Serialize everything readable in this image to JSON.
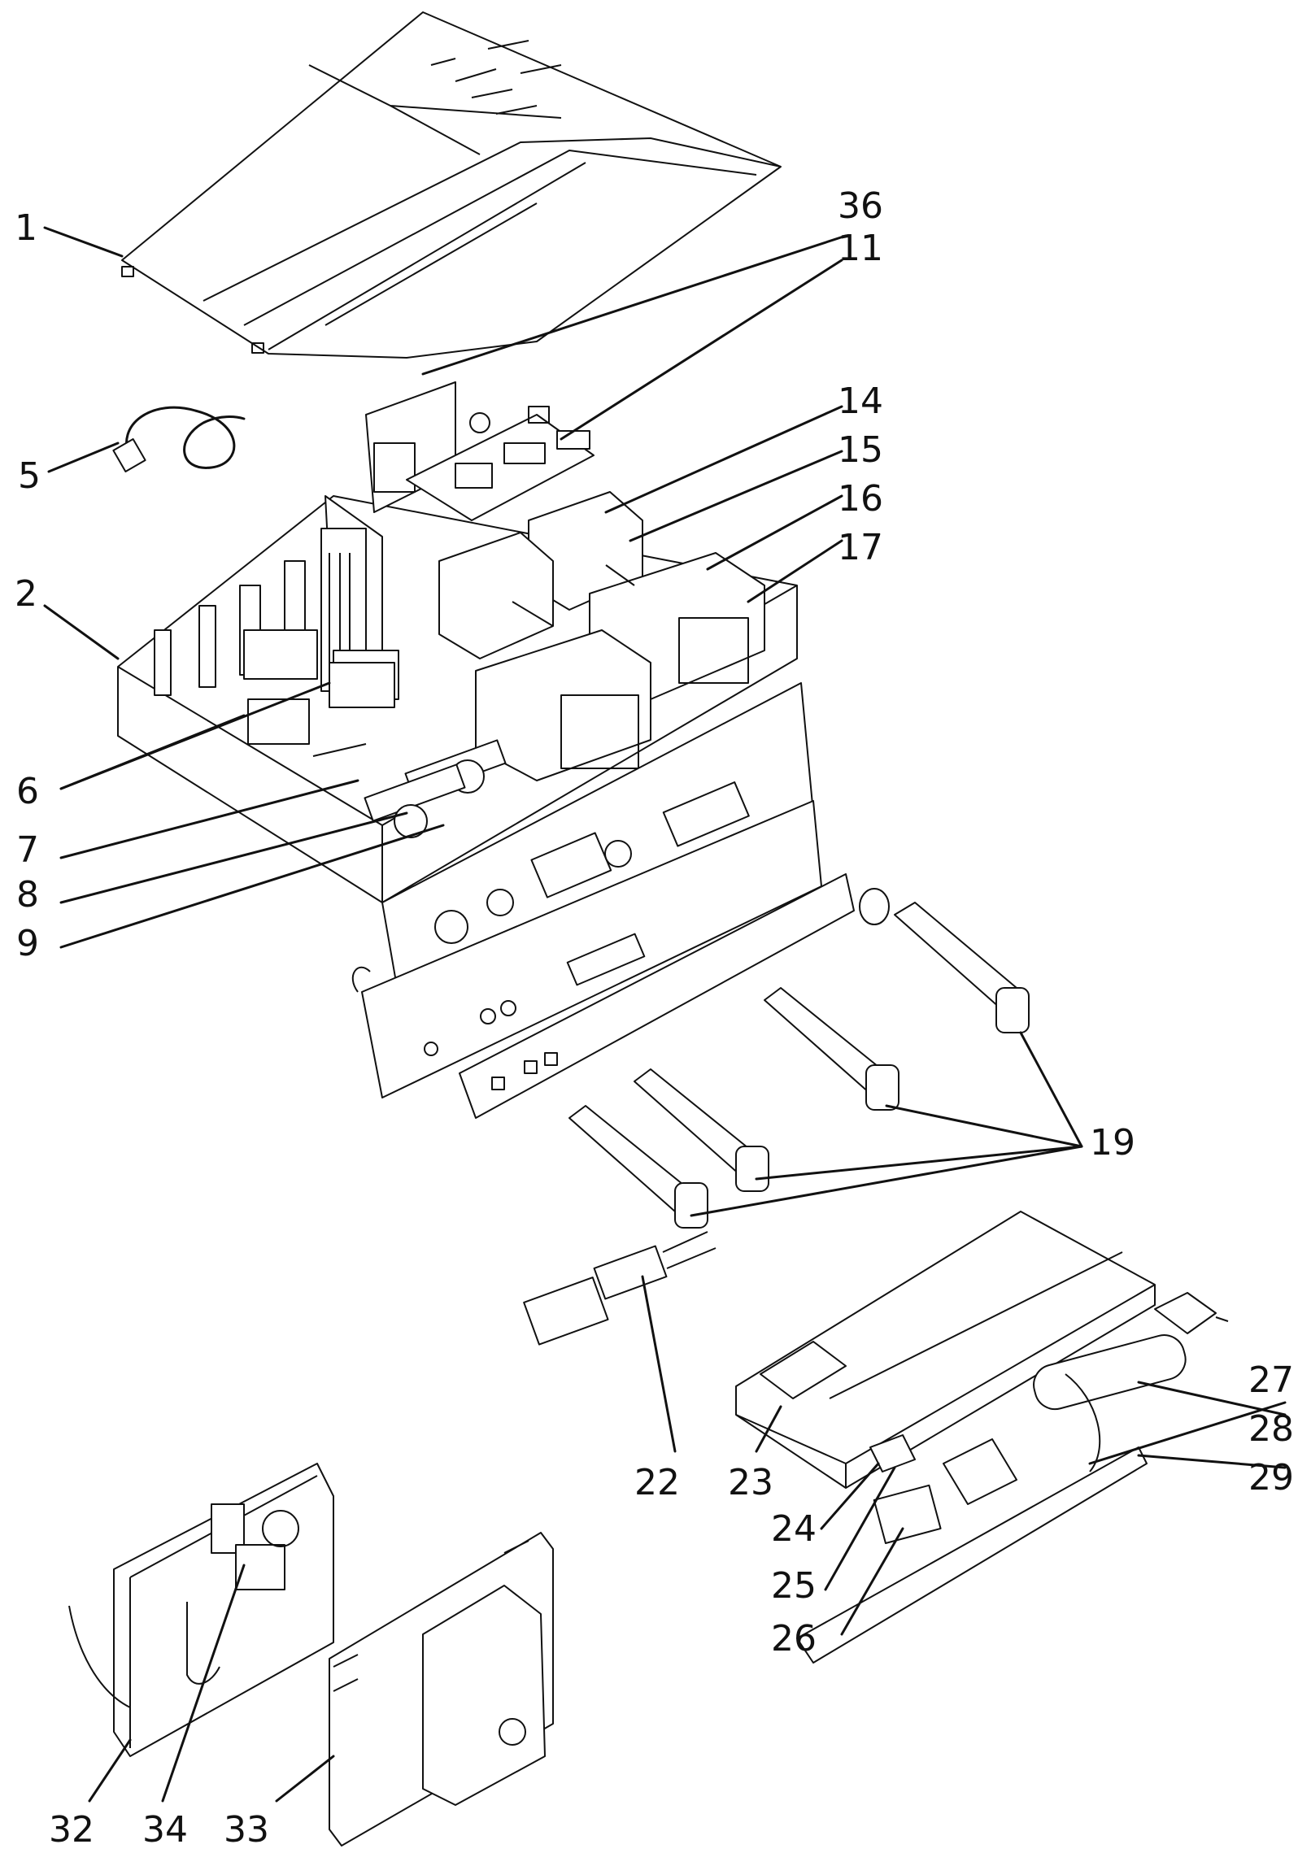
{
  "diagram": {
    "labels": {
      "l1": "1",
      "l2": "2",
      "l5": "5",
      "l6": "6",
      "l7": "7",
      "l8": "8",
      "l9": "9",
      "l11": "11",
      "l14": "14",
      "l15": "15",
      "l16": "16",
      "l17": "17",
      "l19": "19",
      "l22": "22",
      "l23": "23",
      "l24": "24",
      "l25": "25",
      "l26": "26",
      "l27": "27",
      "l28": "28",
      "l29": "29",
      "l32": "32",
      "l33": "33",
      "l34": "34",
      "l36": "36"
    }
  }
}
